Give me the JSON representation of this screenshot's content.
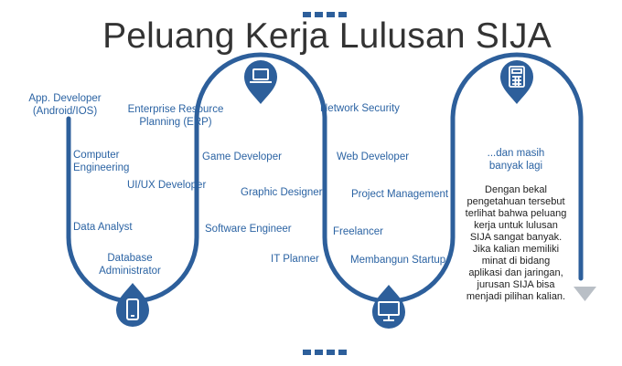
{
  "title": "Peluang Kerja Lulusan SIJA",
  "colors": {
    "accent": "#2d5f9b",
    "text": "#333333",
    "label": "#2b63a3",
    "arrow": "#b9bfc6"
  },
  "icons": {
    "top_left_node": "laptop-icon",
    "bottom_left_node": "smartphone-icon",
    "bottom_right_node": "monitor-icon",
    "top_right_node": "calculator-icon"
  },
  "careers": [
    "App. Developer\n(Android/IOS)",
    "Computer\nEngineering",
    "Data Analyst",
    "Database\nAdministrator",
    "Enterprise Resource\nPlanning (ERP)",
    "UI/UX Developer",
    "Game Developer",
    "Graphic Designer",
    "Software Engineer",
    "IT Planner",
    "Network Security",
    "Web Developer",
    "Project Management",
    "Freelancer",
    "Membangun Startup"
  ],
  "more_text": "...dan masih\nbanyak lagi",
  "description": "Dengan bekal pengetahuan tersebut terlihat bahwa peluang kerja untuk lulusan SIJA sangat banyak. Jika kalian memiliki minat di bidang aplikasi dan jaringan, jurusan SIJA bisa menjadi pilihan kalian."
}
